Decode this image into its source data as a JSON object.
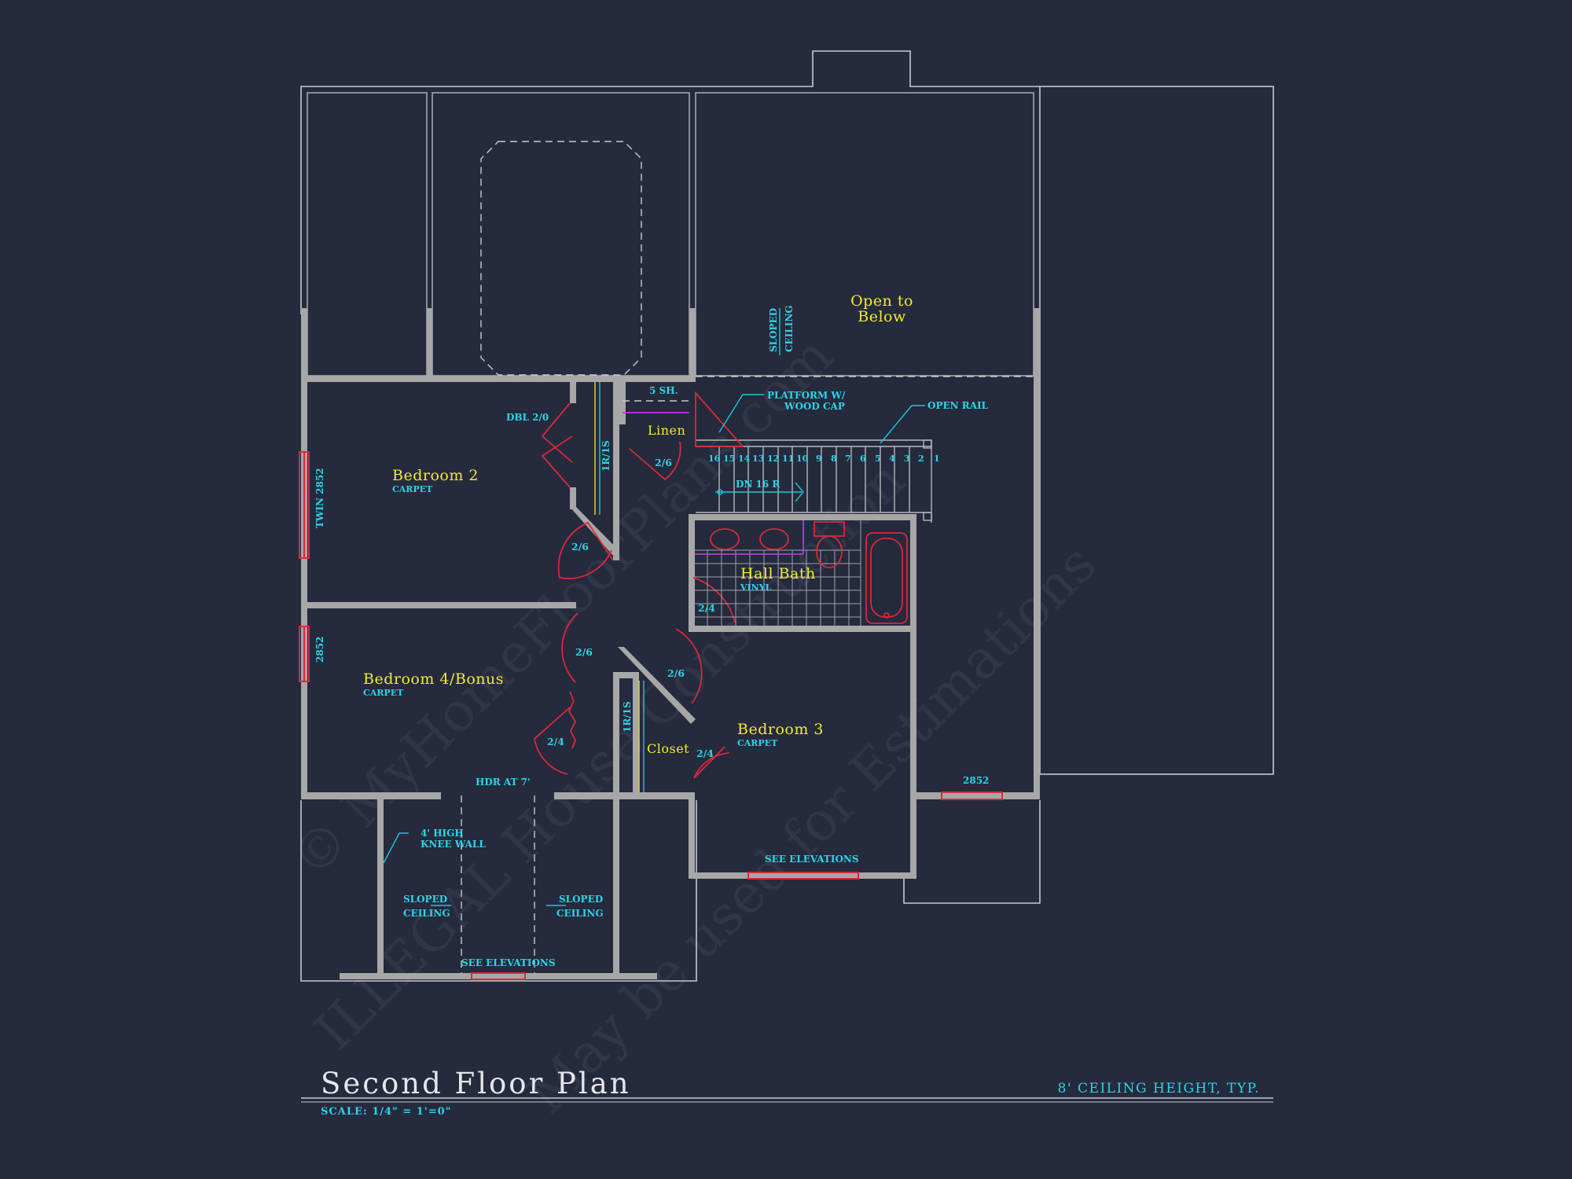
{
  "watermark": {
    "line1": "© MyHomeFloorPlans.com",
    "line2": "ILLEGAL House Construction",
    "line3": "May be used for Estimations"
  },
  "rooms": {
    "bedroom2": {
      "name": "Bedroom 2",
      "floor": "CARPET"
    },
    "bedroom4": {
      "name": "Bedroom 4/Bonus",
      "floor": "CARPET"
    },
    "bedroom3": {
      "name": "Bedroom 3",
      "floor": "CARPET"
    },
    "hall_bath": {
      "name": "Hall Bath",
      "floor": "VINYL"
    },
    "linen": "Linen",
    "closet": "Closet",
    "open_to_below": [
      "Open to",
      "Below"
    ]
  },
  "notes": {
    "dbl_door": "DBL 2/0",
    "shelf": "5 SH.",
    "platform": [
      "PLATFORM W/",
      "WOOD CAP"
    ],
    "open_rail": "OPEN RAIL",
    "sloped_ceiling_vertical": [
      "SLOPED",
      "CEILING"
    ],
    "sloped_left": [
      "SLOPED",
      "CEILING"
    ],
    "sloped_right": [
      "SLOPED",
      "CEILING"
    ],
    "knee_wall": [
      "4' HIGH",
      "KNEE WALL"
    ],
    "hdr": "HDR AT 7'",
    "see_elevations_1": "SEE ELEVATIONS",
    "see_elevations_2": "SEE ELEVATIONS",
    "stair_down": "DN 16 R",
    "rod_shelf_1": "1R/1S",
    "rod_shelf_2": "1R/1S"
  },
  "windows": {
    "twin": "TWIN 2852",
    "w_left": "2852",
    "w_right": "2852"
  },
  "doors": {
    "linen": "2/6",
    "bed2": "2/6",
    "bed4": "2/6",
    "bed3": "2/6",
    "bath": "2/4",
    "bed4_closet": "2/4",
    "closet": "2/4"
  },
  "stair_numbers": [
    "16",
    "15",
    "14",
    "13",
    "12",
    "11",
    "10",
    "9",
    "8",
    "7",
    "6",
    "5",
    "4",
    "3",
    "2",
    "1"
  ],
  "footer": {
    "title": "Second Floor Plan",
    "scale": "SCALE: 1/4\" = 1'=0\"",
    "ceiling": "8' CEILING HEIGHT, TYP."
  }
}
